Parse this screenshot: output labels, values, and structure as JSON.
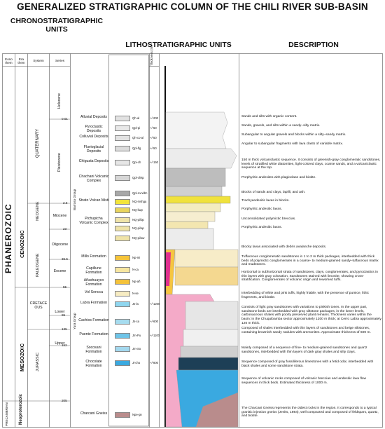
{
  "title": "GENERALIZED STRATIGRAPHIC COLUMN OF THE CHILI RIVER SUB-BASIN",
  "headers": {
    "chrono": "CHRONOSTRATIGRAPHIC UNITS",
    "litho": "LITHOSTRATIGRAPHIC UNITS",
    "description": "DESCRIPTION",
    "eonothem": "Eono them",
    "erathem": "Era them",
    "system": "System",
    "series": "Series",
    "thickness": "Thickness (m)"
  },
  "eons": {
    "phanerozoic": "PHANEROZOIC",
    "precambrian": "PRECAMBRIAN"
  },
  "eras": {
    "cenozoic": "CENOZOIC",
    "mesozoic": "MESOZOIC",
    "neoproterozoic": "Neoproterozoic"
  },
  "systems": {
    "quaternary": "QUATERNARY",
    "neogene": "NEOGENE",
    "paleogene": "PALEOGENE",
    "cretaceous": "CRETACE OUS",
    "jurassic": "JURASSIC"
  },
  "series": {
    "holocene": "Holocene",
    "pleistocene": "Pleistocene",
    "miocene": "Miocene",
    "oligocene": "Oligocene",
    "eocene": "Eocene",
    "lower": "Lower",
    "upper": "Upper"
  },
  "ages": [
    "0.01",
    "2.6",
    "23",
    "36.5",
    "55",
    "95",
    "135",
    "152",
    "205"
  ],
  "groups": {
    "barroso": "Barroso Group",
    "yura": "Yura Group"
  },
  "units": [
    {
      "name": "Alluvial Deposits",
      "code": "Qh-al",
      "thick": "+/-200",
      "color": "#e2e2e2"
    },
    {
      "name": "Pyroclastic Deposits",
      "code": "Qpl-pi",
      "thick": "+/-50",
      "color": "#e8e8e8"
    },
    {
      "name": "Colluvial Deposits",
      "code": "Qh-co-al",
      "thick": "+/-50",
      "color": "#e2e2e2"
    },
    {
      "name": "Fluvioglacial Deposits",
      "code": "Qpl-flg",
      "thick": "+/-50",
      "color": "#dcdcdc"
    },
    {
      "name": "Chiguata Deposits",
      "code": "Qpi-ch",
      "thick": "+/-150",
      "color": "#e6e6e6"
    },
    {
      "name": "Chachani Volcanic Complex",
      "code": "Qpl-chkp",
      "thick": "",
      "color": "#d6d6d6"
    },
    {
      "name": "",
      "code": "Qpl-nvn/dtc",
      "thick": "",
      "color": "#a8a8a8"
    },
    {
      "name": "Strato Volcan Misti",
      "code": "NQ-mshga",
      "thick": "",
      "color": "#f2e43a"
    },
    {
      "name": "",
      "code": "NQ-liwp",
      "thick": "",
      "color": "#e9d55e"
    },
    {
      "name": "Pichupicha Volcanic Complex",
      "code": "NQ-pi/bp",
      "thick": "",
      "color": "#efe3a8"
    },
    {
      "name": "",
      "code": "NQ-pi/ap",
      "thick": "",
      "color": "#efe3a8"
    },
    {
      "name": "",
      "code": "NQ-pi/aw",
      "thick": "",
      "color": "#efe3a8"
    },
    {
      "name": "Millo Formation",
      "code": "Np-mi",
      "thick": "",
      "color": "#f5c43a"
    },
    {
      "name": "Capillune Formation",
      "code": "N-ca",
      "thick": "",
      "color": "#f7e6a0"
    },
    {
      "name": "Añashuayco Formation",
      "code": "Np-añ",
      "thick": "",
      "color": "#f4c23a"
    },
    {
      "name": "Vol Sencca",
      "code": "N-se",
      "thick": "",
      "color": "#f7ecc2"
    },
    {
      "name": "Labra Formation",
      "code": "Js-la",
      "thick": "+/-1200",
      "color": "#8fd6ef"
    },
    {
      "name": "Cachios Formation",
      "code": "Js-ca",
      "thick": "+/-600",
      "color": "#a6dcef"
    },
    {
      "name": "Puente Formation",
      "code": "Jm-Pu",
      "thick": "+/-1100",
      "color": "#6ec4e8"
    },
    {
      "name": "Socosani Formation",
      "code": "Jm-So",
      "thick": "",
      "color": "#a3d8ee"
    },
    {
      "name": "Chocolate Formation",
      "code": "Ji-cho",
      "thick": "+/-800",
      "color": "#3aa9e0"
    },
    {
      "name": "Charcani Gneiss",
      "code": "Npe-gn",
      "thick": "",
      "color": "#b98c8c"
    }
  ],
  "descriptions": [
    "Sands and silts with organic content.",
    "Sands, gravels, and silts within a sandy–silty matrix.",
    "Subangular to angular gravels and blocks within a silty–sandy matrix.",
    "Angular to subangular fragments with lava clasts of variable matrix.",
    "150 m thick volcaniclastic sequence. It consists of greenish-gray conglomeratic sandstones, levels of stratified white diatomites, light-colored clays, coarse sands, and a volcaniclastic sequence at the top.",
    "Porphyritic andesites with plagioclase and biotite.",
    "Blocks of sands and clays, lapilli, and ash.",
    "Trachyandesitic lavas in blocks.",
    "Porphyritic andesitic lavas.",
    "Unconsolidated polymictic breccias.",
    "Porphyritic andesitic lavas.",
    "Blocky lavas associated with debris avalanche deposits.",
    "Tuffaceous conglomeratic sandstones in 1 to 2 m thick packages, interbedded with thick beds of polymictic conglomerates in a coarse- to medium-grained sandy–tuffaceous matrix and mudstones.",
    "Horizontal to subhorizontal strata of sandstones, clays, conglomerates, and pyroclastics in thin layers with gray coloration. Sandstones stained with limonite, showing cross-stratification. Conglomerates of volcanic origin and reworked tuffs.",
    "Interbedding of white and pink tuffs, highly friable, with the presence of pumice, lithic fragments, and biotite.",
    "Consists of light gray sandstones with variations to pinkish tones. In the upper part, sandstone beds are interbedded with gray siltstone packages; in the lower levels, carbonaceous shales with poorly preserved plant remains. Thickness varies within the basin: in the Chuquibamba sector approximately 1200 m thick; at Cerro Labra approximately 120 m thick.",
    "Composed of shales interbedded with thin layers of sandstones and beige siltstones, containing brownish sandy nodules with ammonites. Approximate thickness of 600 m.",
    "Mainly composed of a sequence of fine- to medium-grained sandstones and quartz sandstones, interbedded with thin layers of dark gray shales and silty clays.",
    "Sequence composed of gray fossiliferous limestones with a fetid odor, interbedded with black shales and some sandstone strata.",
    "Sequence of volcanic rocks composed of volcanic breccias and andesitic lava flow sequences in thick beds. Estimated thickness of 1000 m.",
    "The Charcani Gneiss represents the oldest rocks in the region. It corresponds to a typical granitic injection gneiss (Jenks, 1984), well compacted and composed of feldspars, quartz, and biotite."
  ]
}
